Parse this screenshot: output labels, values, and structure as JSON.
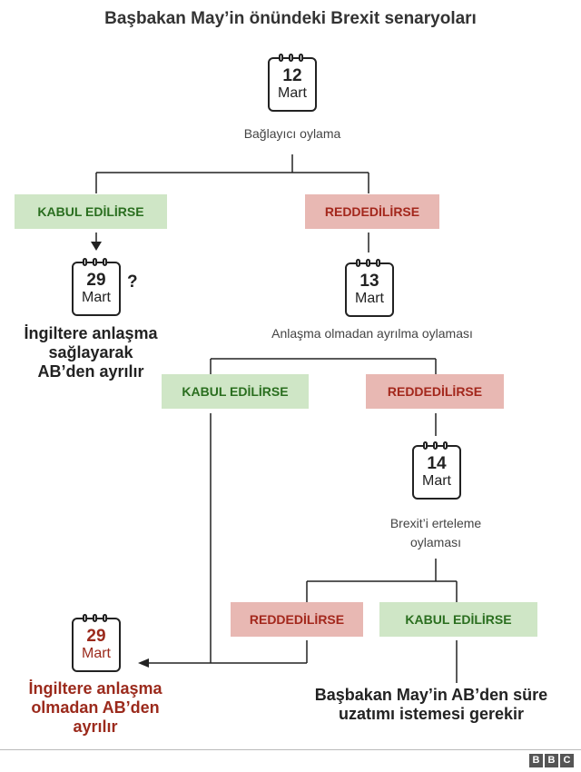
{
  "title": "Başbakan May’in önündeki Brexit senaryoları",
  "dates": {
    "d1": {
      "day": "12",
      "month": "Mart"
    },
    "d2": {
      "day": "29",
      "month": "Mart"
    },
    "d3": {
      "day": "13",
      "month": "Mart"
    },
    "d4": {
      "day": "14",
      "month": "Mart"
    },
    "d5": {
      "day": "29",
      "month": "Mart"
    }
  },
  "labels": {
    "vote1": "Bağlayıcı oylama",
    "vote2": "Anlaşma olmadan ayrılma oylaması",
    "vote3_line1": "Brexit’i erteleme",
    "vote3_line2": "oylaması",
    "question_mark": "?"
  },
  "badges": {
    "accept": "KABUL EDİLİRSE",
    "reject": "REDDEDİLİRSE"
  },
  "outcomes": {
    "deal": [
      "İngiltere anlaşma",
      "sağlayarak",
      "AB’den ayrılır"
    ],
    "no_deal": [
      "İngiltere anlaşma",
      "olmadan AB’den",
      "ayrılır"
    ],
    "extension": [
      "Başbakan May’in AB’den süre",
      "uzatımı istemesi gerekir"
    ]
  },
  "footer": {
    "logo": [
      "B",
      "B",
      "C"
    ]
  },
  "colors": {
    "accept_bg": "#cfe6c6",
    "accept_text": "#2a6e1f",
    "reject_bg": "#e8b8b3",
    "reject_text": "#a3271c",
    "outcome_red": "#9b2a1c"
  }
}
